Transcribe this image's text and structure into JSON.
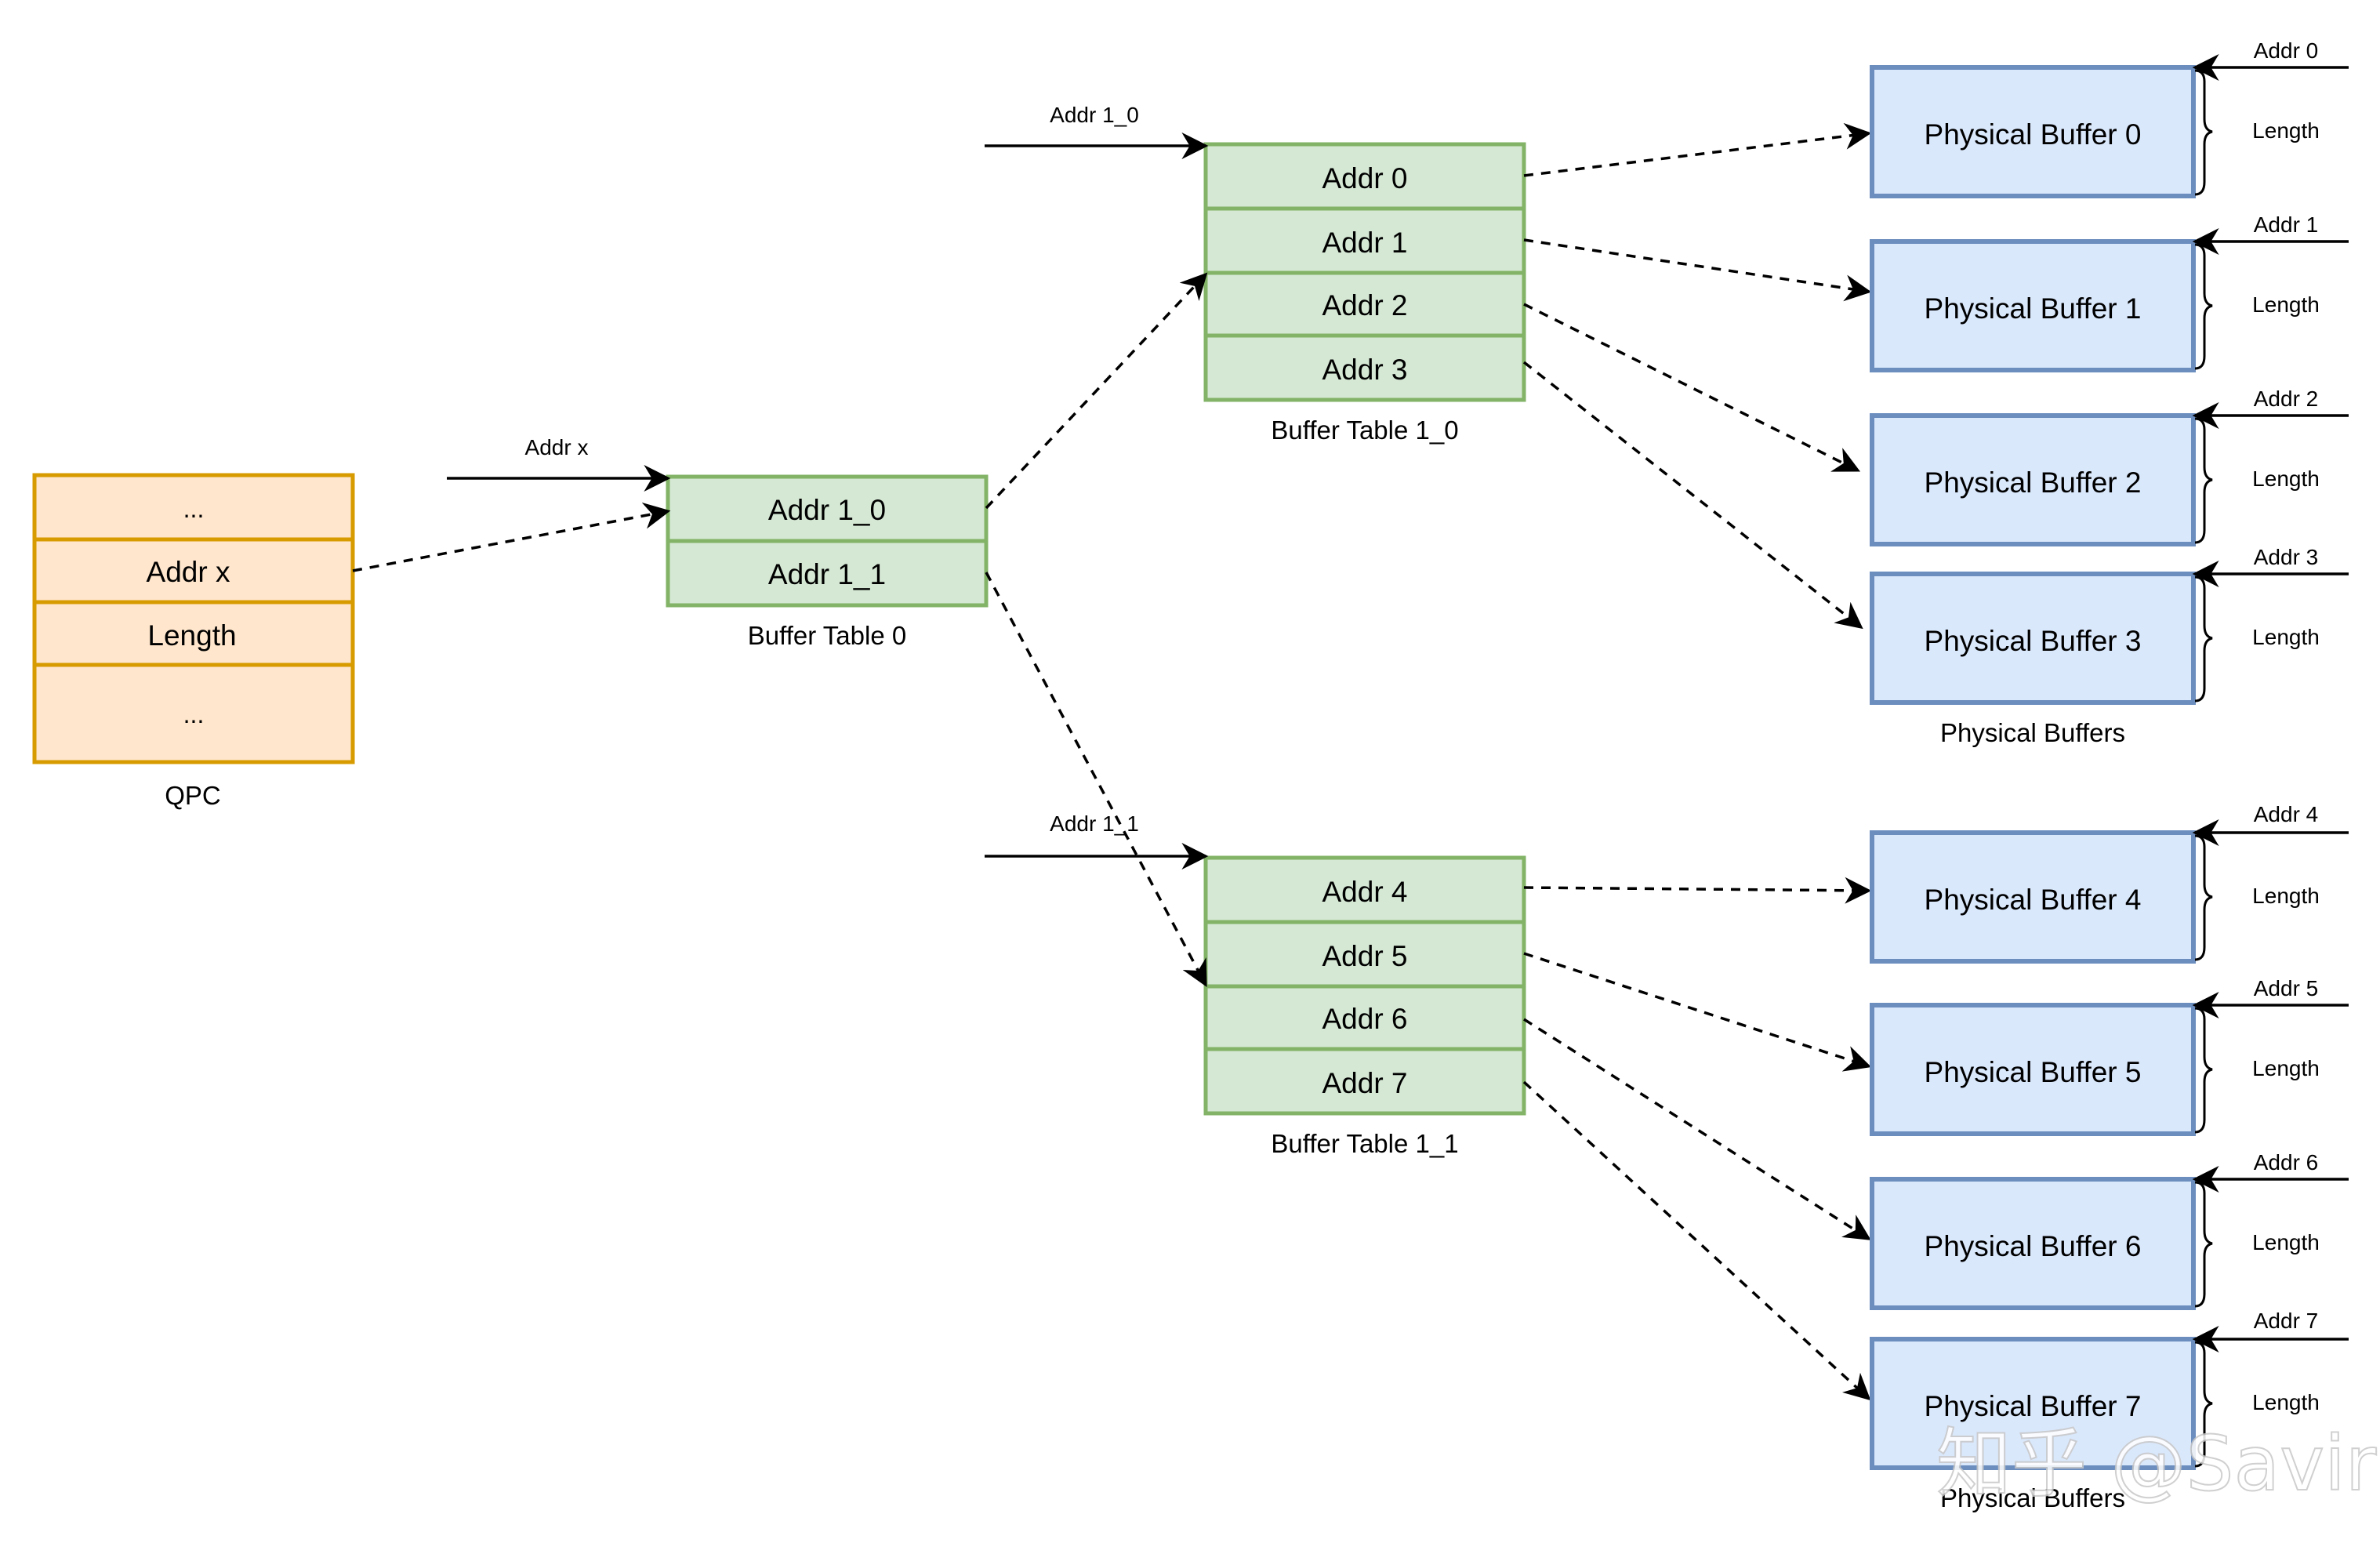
{
  "qpc": {
    "cells": [
      "...",
      "Addr x",
      "Length",
      "..."
    ],
    "caption": "QPC"
  },
  "buffer_table_0": {
    "cells": [
      "Addr 1_0",
      "Addr 1_1"
    ],
    "caption": "Buffer Table 0",
    "in_label": "Addr x"
  },
  "buffer_table_1_0": {
    "cells": [
      "Addr 0",
      "Addr 1",
      "Addr 2",
      "Addr 3"
    ],
    "caption": "Buffer Table 1_0",
    "in_label": "Addr 1_0"
  },
  "buffer_table_1_1": {
    "cells": [
      "Addr 4",
      "Addr 5",
      "Addr 6",
      "Addr 7"
    ],
    "caption": "Buffer Table 1_1",
    "in_label": "Addr 1_1"
  },
  "physical_buffers": {
    "items": [
      {
        "label": "Physical Buffer 0",
        "addr": "Addr 0",
        "length": "Length"
      },
      {
        "label": "Physical Buffer 1",
        "addr": "Addr 1",
        "length": "Length"
      },
      {
        "label": "Physical Buffer 2",
        "addr": "Addr 2",
        "length": "Length"
      },
      {
        "label": "Physical Buffer 3",
        "addr": "Addr 3",
        "length": "Length"
      },
      {
        "label": "Physical Buffer 4",
        "addr": "Addr 4",
        "length": "Length"
      },
      {
        "label": "Physical Buffer 5",
        "addr": "Addr 5",
        "length": "Length"
      },
      {
        "label": "Physical Buffer 6",
        "addr": "Addr 6",
        "length": "Length"
      },
      {
        "label": "Physical Buffer 7",
        "addr": "Addr 7",
        "length": "Length"
      }
    ],
    "caption_top": "Physical Buffers",
    "caption_bottom": "Physical Buffers"
  },
  "watermark": "知乎 @Savir"
}
